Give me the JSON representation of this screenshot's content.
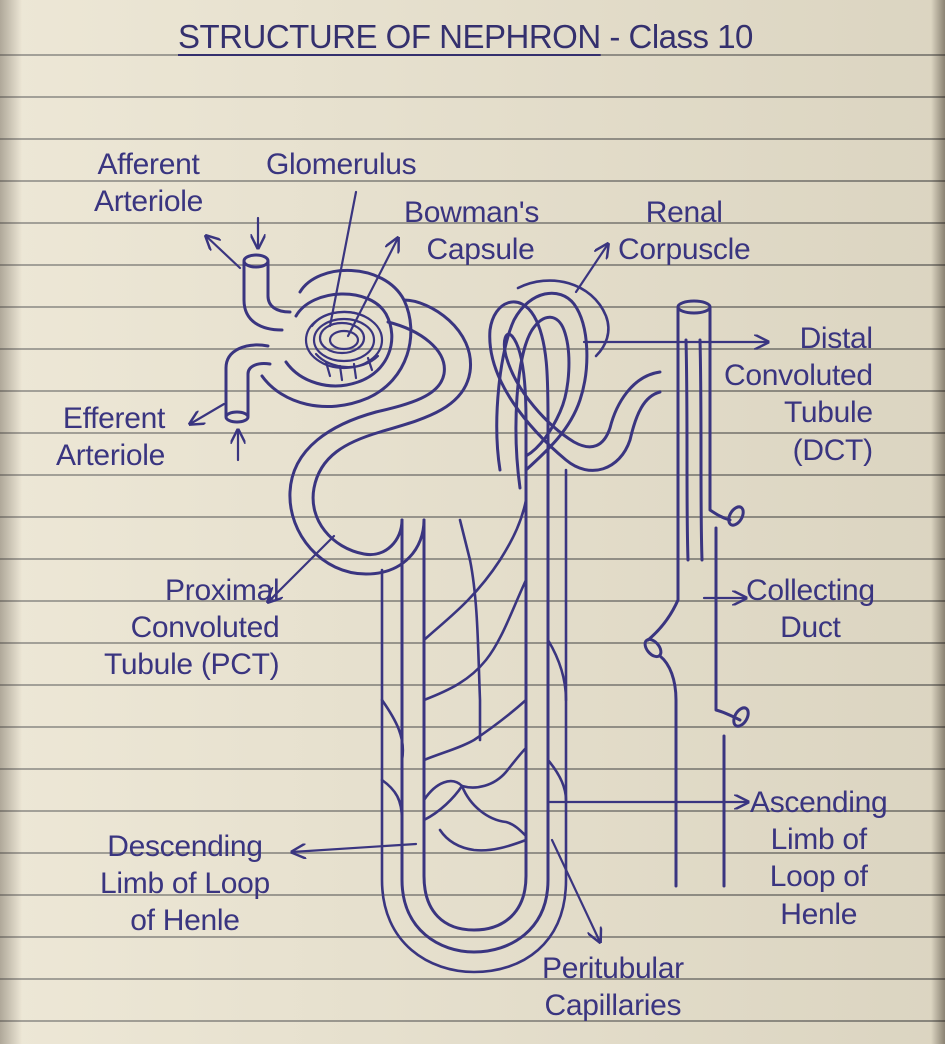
{
  "title": {
    "main": "STRUCTURE OF NEPHRON",
    "suffix": "- Class 10"
  },
  "labels": {
    "afferent_arteriole": [
      "Afferent",
      "Arteriole"
    ],
    "glomerulus": [
      "Glomerulus"
    ],
    "bowmans_capsule": [
      "Bowman's",
      "Capsule"
    ],
    "renal_corpuscle": [
      "Renal",
      "Corpuscle"
    ],
    "efferent_arteriole": [
      "Efferent",
      "Arteriole"
    ],
    "dct": [
      "Distal",
      "Convoluted",
      "Tubule",
      "(DCT)"
    ],
    "pct": [
      "Proximal",
      "Convoluted",
      "Tubule (PCT)"
    ],
    "collecting_duct": [
      "Collecting",
      "Duct"
    ],
    "ascending_limb": [
      "Ascending",
      "Limb of",
      "Loop of",
      "Henle"
    ],
    "descending_limb": [
      "Descending",
      "Limb of Loop",
      "of Henle"
    ],
    "peritubular": [
      "Peritubular",
      "Capillaries"
    ]
  },
  "colors": {
    "ink": "#3a3580",
    "paper": "#e9e2cd",
    "rule_line": "#464646"
  }
}
